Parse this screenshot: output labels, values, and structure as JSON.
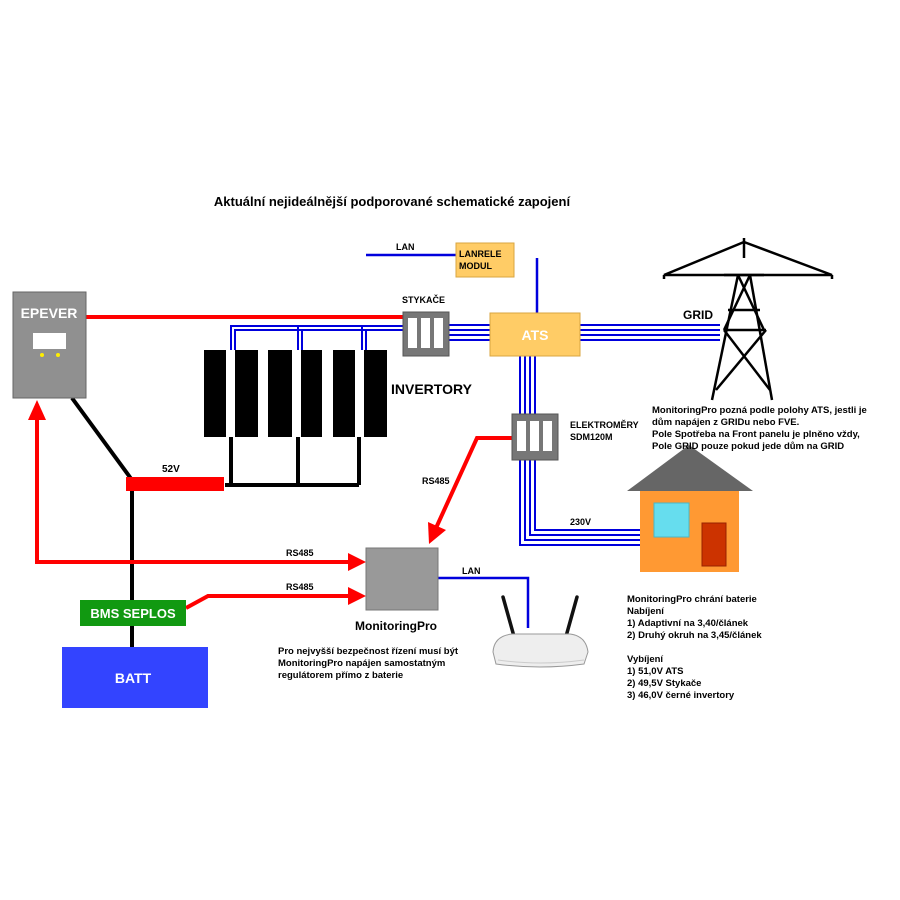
{
  "title": "Aktuální nejideálnější podporované schematické zapojení",
  "labels": {
    "lan_top": "LAN",
    "lanrele_line1": "LANRELE",
    "lanrele_line2": "MODUL",
    "stykace": "STYKAČE",
    "ats": "ATS",
    "grid": "GRID",
    "epever": "EPEVER",
    "invertory": "INVERTORY",
    "elektromery_line1": "ELEKTROMĚRY",
    "elektromery_line2": "SDM120M",
    "v52": "52V",
    "rs485_top": "RS485",
    "rs485_mid": "RS485",
    "rs485_bottom": "RS485",
    "v230": "230V",
    "lan_bottom": "LAN",
    "monitoringpro": "MonitoringPro",
    "bms": "BMS SEPLOS",
    "batt": "BATT"
  },
  "notes": {
    "ats_note": [
      "MonitoringPro pozná podle polohy ATS, jestli je",
      "dům napájen z GRIDu nebo FVE.",
      "Pole Spotřeba na Front panelu je plněno vždy,",
      "Pole GRID pouze pokud jede dům na GRID"
    ],
    "battery_note": [
      "MonitoringPro chrání baterie",
      "Nabíjení",
      "1) Adaptivní na 3,40/článek",
      "2) Druhý okruh na 3,45/článek",
      "",
      "Vybíjení",
      "1) 51,0V ATS",
      "2) 49,5V Stykače",
      "3) 46,0V černé invertory"
    ],
    "power_note": [
      "Pro nejvyšší bezpečnost řízení musí být",
      "MonitoringPro napájen samostatným",
      "regulátorem přímo z baterie"
    ]
  },
  "colors": {
    "wire_red": "#ff0000",
    "wire_blue": "#0000dd",
    "wire_black": "#000000",
    "ats_fill": "#ffcc66",
    "lanrele_fill": "#ffcc66",
    "epever_fill": "#909090",
    "bms_fill": "#119911",
    "batt_fill": "#3344ff",
    "house_fill": "#ff9933",
    "roof_fill": "#666666",
    "window_fill": "#66ddee",
    "door_fill": "#cc3300",
    "monitor_fill": "#999999",
    "breaker_fill": "#777777"
  }
}
